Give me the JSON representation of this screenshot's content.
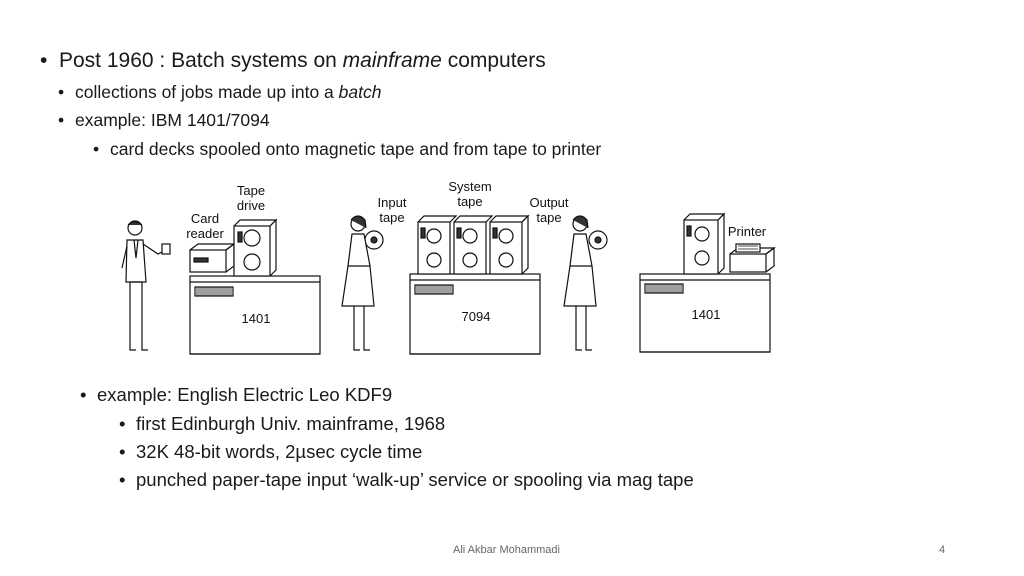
{
  "bullets": {
    "main": {
      "prefix": "Post 1960 : Batch systems on ",
      "em": "mainframe",
      "suffix": " computers"
    },
    "sub1": {
      "prefix": "collections of jobs made up into a ",
      "em": "batch"
    },
    "sub2": "example: IBM 1401/7094",
    "sub2a": "card decks spooled onto magnetic tape and from tape to printer",
    "sub3": "example: English Electric Leo KDF9",
    "sub3a": "first Edinburgh Univ. mainframe, 1968",
    "sub3b_prefix": "32K 48-bit words, 2",
    "sub3b_mu": "µ",
    "sub3b_suffix": "sec cycle time",
    "sub3c": "punched paper-tape input ‘walk-up’ service or spooling via mag tape",
    "bullet_char": "•"
  },
  "diagram": {
    "card_reader_1": "Card",
    "card_reader_2": "reader",
    "tape_drive_1": "Tape",
    "tape_drive_2": "drive",
    "input_tape_1": "Input",
    "input_tape_2": "tape",
    "system_tape_1": "System",
    "system_tape_2": "tape",
    "output_tape_1": "Output",
    "output_tape_2": "tape",
    "printer": "Printer",
    "machine_left": "1401",
    "machine_center": "7094",
    "machine_right": "1401"
  },
  "footer": {
    "author": "Ali Akbar Mohammadi",
    "page": "4"
  }
}
